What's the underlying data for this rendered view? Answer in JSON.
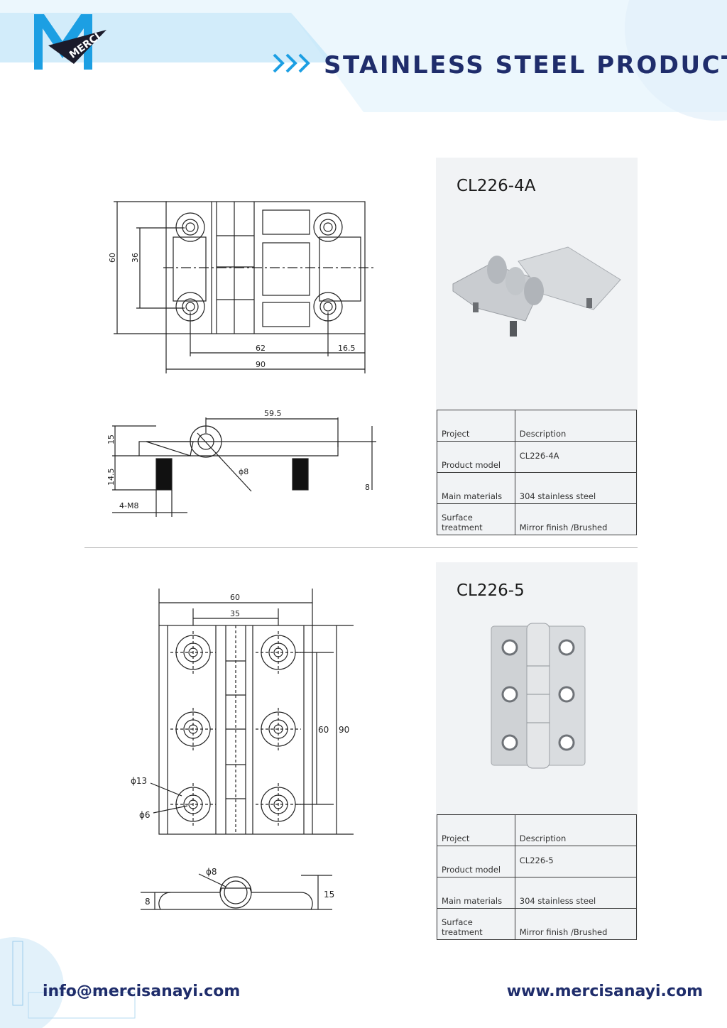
{
  "header": {
    "brand": "MERCI",
    "title": "STAINLESS STEEL PRODUCTS",
    "arrows": ">>>",
    "accent_color": "#1f2d6b",
    "logo_color": "#1c9fe3"
  },
  "products": [
    {
      "model": "CL226-4A",
      "table": {
        "col1_header": "Project",
        "col2_header": "Description",
        "rows": [
          {
            "label": "Product model",
            "value": "CL226-4A"
          },
          {
            "label": "Main materials",
            "value": "304 stainless steel"
          },
          {
            "label": "Surface treatment",
            "value": "Mirror finish /Brushed"
          }
        ]
      },
      "drawing": {
        "top_dims": {
          "height": "60",
          "hole_spacing": "36",
          "width_holes": "62",
          "edge": "16.5",
          "total_width": "90"
        },
        "side_dims": {
          "length": "59.5",
          "plate": "15",
          "stud": "14.5",
          "pin": "ϕ8",
          "offset": "8",
          "thread": "4-M8"
        }
      }
    },
    {
      "model": "CL226-5",
      "table": {
        "col1_header": "Project",
        "col2_header": "Description",
        "rows": [
          {
            "label": "Product model",
            "value": "CL226-5"
          },
          {
            "label": "Main materials",
            "value": "304 stainless steel"
          },
          {
            "label": "Surface treatment",
            "value": "Mirror finish /Brushed"
          }
        ]
      },
      "drawing": {
        "top_dims": {
          "width": "60",
          "hole_width": "35",
          "hole_spacing": "60",
          "height": "90",
          "outer_dia": "ϕ13",
          "inner_dia": "ϕ6"
        },
        "side_dims": {
          "pin": "ϕ8",
          "thickness": "8",
          "height": "15"
        }
      }
    }
  ],
  "footer": {
    "email": "info@mercisanayi.com",
    "website": "www.mercisanayi.com"
  }
}
